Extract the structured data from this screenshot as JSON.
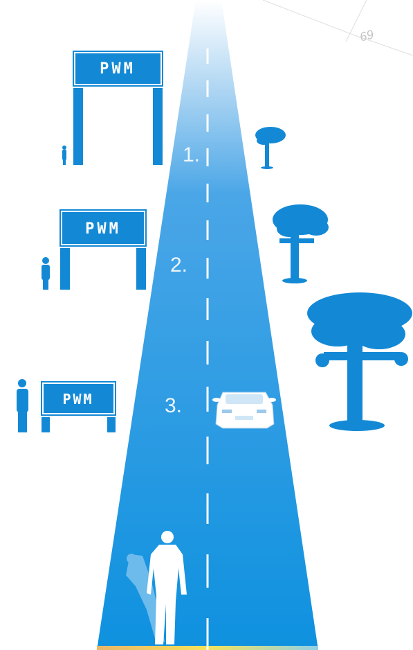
{
  "page_number": "69",
  "signs": [
    {
      "text": "PWM"
    },
    {
      "text": "PWM"
    },
    {
      "text": "PWM"
    }
  ],
  "distance_labels": [
    "1.",
    "2.",
    "3."
  ],
  "colors": {
    "road_top": "#e8f3fc",
    "road_mid": "#3aa0e6",
    "road_bottom": "#0f93e0",
    "brand_blue": "#1389d6",
    "lane": "#ffffff",
    "figure": "#ffffff",
    "shadow": "#7cc2ee"
  }
}
